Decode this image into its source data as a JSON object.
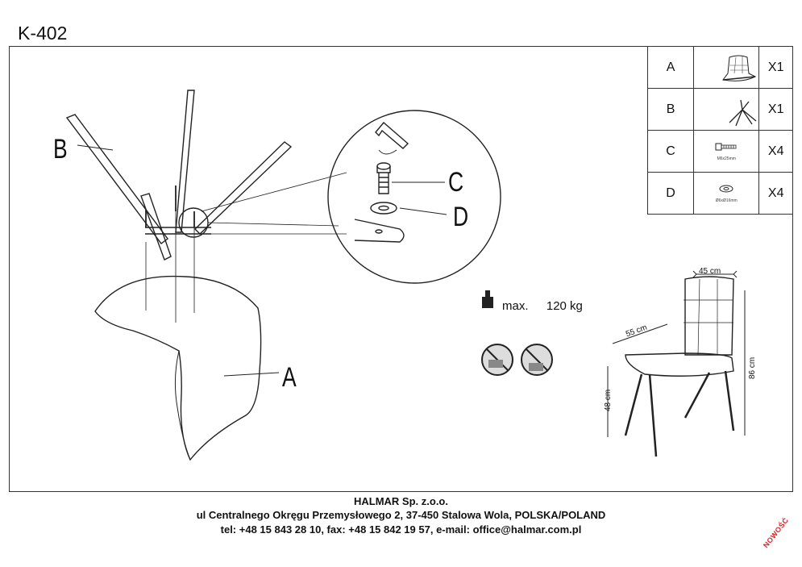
{
  "model": "K-402",
  "parts": [
    {
      "letter": "A",
      "qty": "X1",
      "icon": "chair-seat-icon",
      "caption": ""
    },
    {
      "letter": "B",
      "qty": "X1",
      "icon": "chair-legs-frame-icon",
      "caption": ""
    },
    {
      "letter": "C",
      "qty": "X4",
      "icon": "bolt-icon",
      "caption": "M6x25mm"
    },
    {
      "letter": "D",
      "qty": "X4",
      "icon": "washer-icon",
      "caption": "Ø6xØ16mm"
    }
  ],
  "labels": {
    "a": "A",
    "b": "B",
    "c": "C",
    "d": "D"
  },
  "max_load": {
    "label": "max.",
    "value": "120 kg"
  },
  "dimensions": {
    "width": "45 cm",
    "depth": "55 cm",
    "height": "86 cm",
    "seat_height": "48 cm"
  },
  "footer": {
    "company": "HALMAR Sp. z.o.o.",
    "address": "ul Centralnego Okręgu Przemysłowego 2, 37-450 Stalowa Wola, POLSKA/POLAND",
    "contact": "tel: +48 15 843 28 10, fax: +48 15 842 19 57, e-mail: office@halmar.com.pl"
  },
  "badge": "NOWOŚĆ",
  "colors": {
    "line": "#222222",
    "badge": "#e02020"
  }
}
